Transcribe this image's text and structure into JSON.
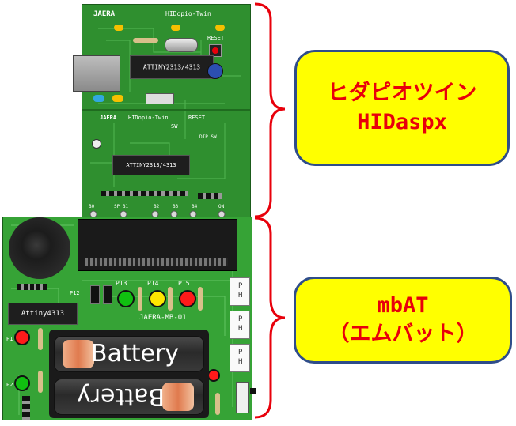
{
  "top_board": {
    "brand": "JAERA",
    "name": "HIDopio-Twin",
    "reset_label": "RESET",
    "chip_label": "ATTINY2313/4313",
    "mid_brand": "JAERA",
    "mid_name": "HIDopio-Twin",
    "sw_label": "SW",
    "reset2_label": "RESET",
    "dip_sw_label": "DIP SW",
    "chip2_label": "ATTINY2313/4313",
    "pins": [
      "B0",
      "SP B1",
      "B2",
      "B3",
      "B4"
    ],
    "on_label": "ON"
  },
  "bottom_board": {
    "chip_label": "Attiny4313",
    "board_name": "JAERA-MB-01",
    "led_labels": [
      "P13",
      "P14",
      "P15"
    ],
    "side_labels": [
      "P1",
      "P2",
      "P12"
    ],
    "connector_text": "P\nH",
    "battery_top": "Battery",
    "battery_bottom": "Battery"
  },
  "callouts": [
    {
      "lines": [
        "ヒダピオツイン",
        "HIDaspx"
      ]
    },
    {
      "lines": [
        "mbAT",
        "（エムバット）"
      ]
    }
  ],
  "colors": {
    "pcb": "#2d8a2d",
    "pcb_dark": "#1f6b1f",
    "brace": "#e8000b",
    "callout_fill": "#ffff00",
    "callout_border": "#2f4d8a",
    "callout_text": "#e8000b"
  }
}
